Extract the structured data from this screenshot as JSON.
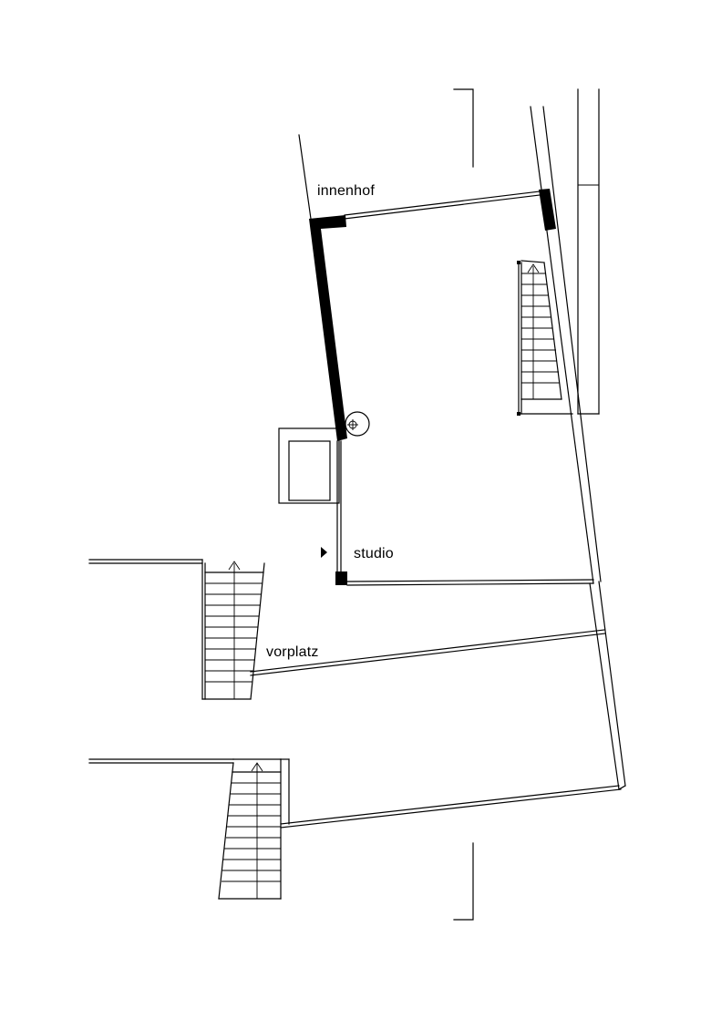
{
  "labels": {
    "innenhof": "innenhof",
    "studio": "studio",
    "vorplatz": "vorplatz"
  },
  "colors": {
    "line": "#000000",
    "background": "#ffffff"
  }
}
